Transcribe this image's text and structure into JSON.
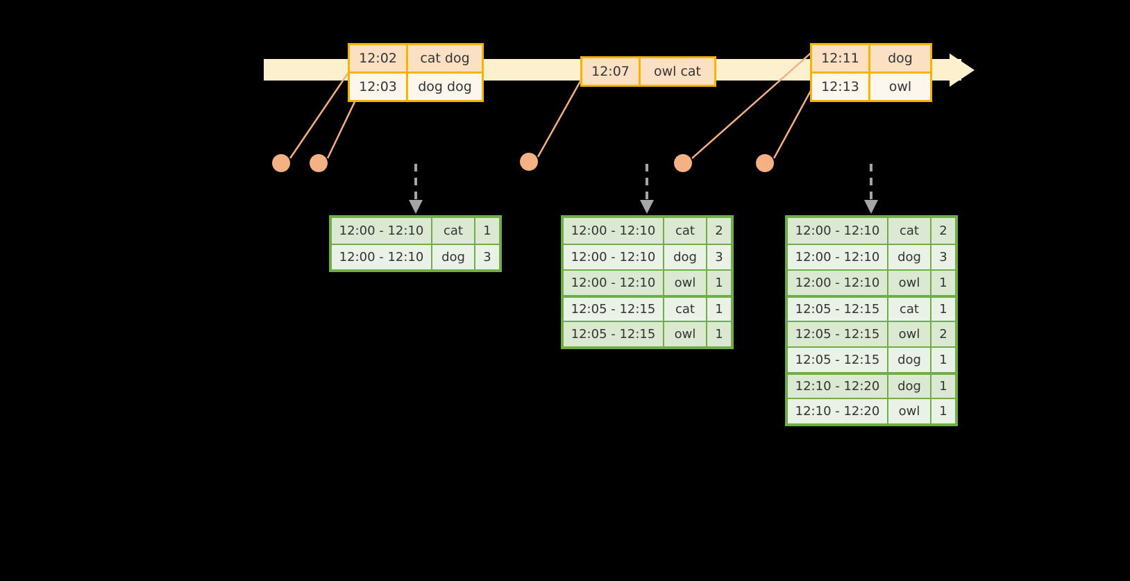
{
  "timeline": {
    "bar_color": "#fdf0cf",
    "border_color": "#f5b400",
    "events": [
      {
        "id": "event-a",
        "rows": [
          {
            "time": "12:02",
            "words": "cat dog"
          },
          {
            "time": "12:03",
            "words": "dog dog"
          }
        ]
      },
      {
        "id": "event-b",
        "rows": [
          {
            "time": "12:07",
            "words": "owl cat"
          }
        ]
      },
      {
        "id": "event-c",
        "rows": [
          {
            "time": "12:11",
            "words": "dog"
          },
          {
            "time": "12:13",
            "words": "owl"
          }
        ]
      }
    ]
  },
  "dots": [
    {
      "name": "event-dot-1"
    },
    {
      "name": "event-dot-2"
    },
    {
      "name": "event-dot-3"
    },
    {
      "name": "event-dot-4"
    },
    {
      "name": "event-dot-5"
    }
  ],
  "accent_colors": {
    "dot": "#f4b183",
    "connector_line": "#f4b183",
    "table_border": "#70ad47",
    "table_row_shade": "#dbe8d2",
    "table_row_light": "#eaf1e6",
    "dashed_arrow": "#a6a6a6"
  },
  "tables": [
    {
      "id": "table-1",
      "rows": [
        {
          "range": "12:00 - 12:10",
          "key": "cat",
          "count": "1"
        },
        {
          "range": "12:00 - 12:10",
          "key": "dog",
          "count": "3"
        }
      ]
    },
    {
      "id": "table-2",
      "rows": [
        {
          "range": "12:00 - 12:10",
          "key": "cat",
          "count": "2"
        },
        {
          "range": "12:00 - 12:10",
          "key": "dog",
          "count": "3"
        },
        {
          "range": "12:00 - 12:10",
          "key": "owl",
          "count": "1"
        },
        {
          "range": "12:05 - 12:15",
          "key": "cat",
          "count": "1"
        },
        {
          "range": "12:05 - 12:15",
          "key": "owl",
          "count": "1"
        }
      ]
    },
    {
      "id": "table-3",
      "rows": [
        {
          "range": "12:00 - 12:10",
          "key": "cat",
          "count": "2"
        },
        {
          "range": "12:00 - 12:10",
          "key": "dog",
          "count": "3"
        },
        {
          "range": "12:00 - 12:10",
          "key": "owl",
          "count": "1"
        },
        {
          "range": "12:05 - 12:15",
          "key": "cat",
          "count": "1"
        },
        {
          "range": "12:05 - 12:15",
          "key": "owl",
          "count": "2"
        },
        {
          "range": "12:05 - 12:15",
          "key": "dog",
          "count": "1"
        },
        {
          "range": "12:10 - 12:20",
          "key": "dog",
          "count": "1"
        },
        {
          "range": "12:10 - 12:20",
          "key": "owl",
          "count": "1"
        }
      ]
    }
  ]
}
